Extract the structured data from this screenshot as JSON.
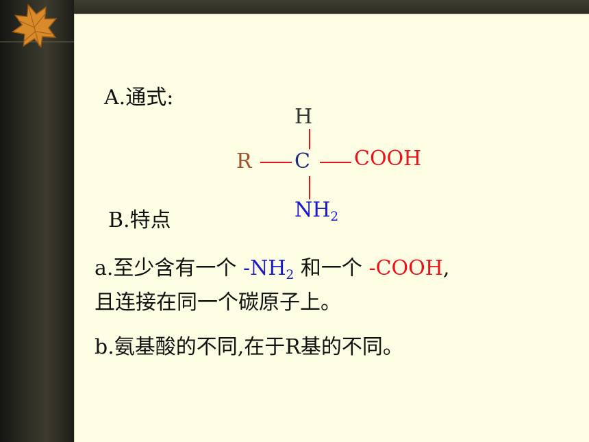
{
  "section_a": {
    "label": "A.通式:"
  },
  "formula": {
    "h": "H",
    "r": "R",
    "c": "C",
    "cooh": "COOH",
    "nh": "NH",
    "nh_sub": "2"
  },
  "section_b": {
    "label": "B.特点"
  },
  "feature_a": {
    "prefix": "a.至少含有一个 ",
    "nh2": "-NH",
    "nh2_sub": "2",
    "middle": " 和一个 ",
    "cooh": "-COOH",
    "comma": ",",
    "line2": "且连接在同一个碳原子上。"
  },
  "feature_b": {
    "text": "b.氨基酸的不同,在于R基的不同。"
  },
  "colors": {
    "r_group": "#a0522d",
    "carbon": "#1f2a7a",
    "amino": "#1a1acc",
    "carboxyl": "#e8131a",
    "bond": "#e8131a",
    "slide_bg": "#fdfde3"
  }
}
